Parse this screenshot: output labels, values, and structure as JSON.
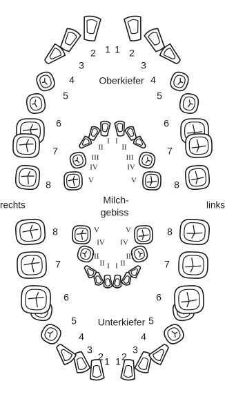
{
  "labels": {
    "upper_jaw": "Oberkiefer",
    "lower_jaw": "Unterkiefer",
    "milk_teeth_line1": "Milch-",
    "milk_teeth_line2": "gebiss",
    "right": "rechts",
    "left": "links"
  },
  "permanent_numbers": {
    "upper_right": [
      "1",
      "2",
      "3",
      "4",
      "5",
      "6",
      "7",
      "8"
    ],
    "upper_left": [
      "1",
      "2",
      "3",
      "4",
      "5",
      "6",
      "7",
      "8"
    ],
    "lower_right": [
      "1",
      "2",
      "3",
      "4",
      "5",
      "6",
      "7",
      "8"
    ],
    "lower_left": [
      "1",
      "2",
      "3",
      "4",
      "5",
      "6",
      "7",
      "8"
    ]
  },
  "milk_numerals": {
    "upper_right": [
      "I",
      "II",
      "III",
      "IV",
      "V"
    ],
    "upper_left": [
      "I",
      "II",
      "III",
      "IV",
      "V"
    ],
    "lower_right": [
      "I",
      "II",
      "III",
      "IV",
      "V"
    ],
    "lower_left": [
      "I",
      "II",
      "III",
      "IV",
      "V"
    ]
  },
  "colors": {
    "ink": "#1a1a1a",
    "background": "#ffffff"
  }
}
